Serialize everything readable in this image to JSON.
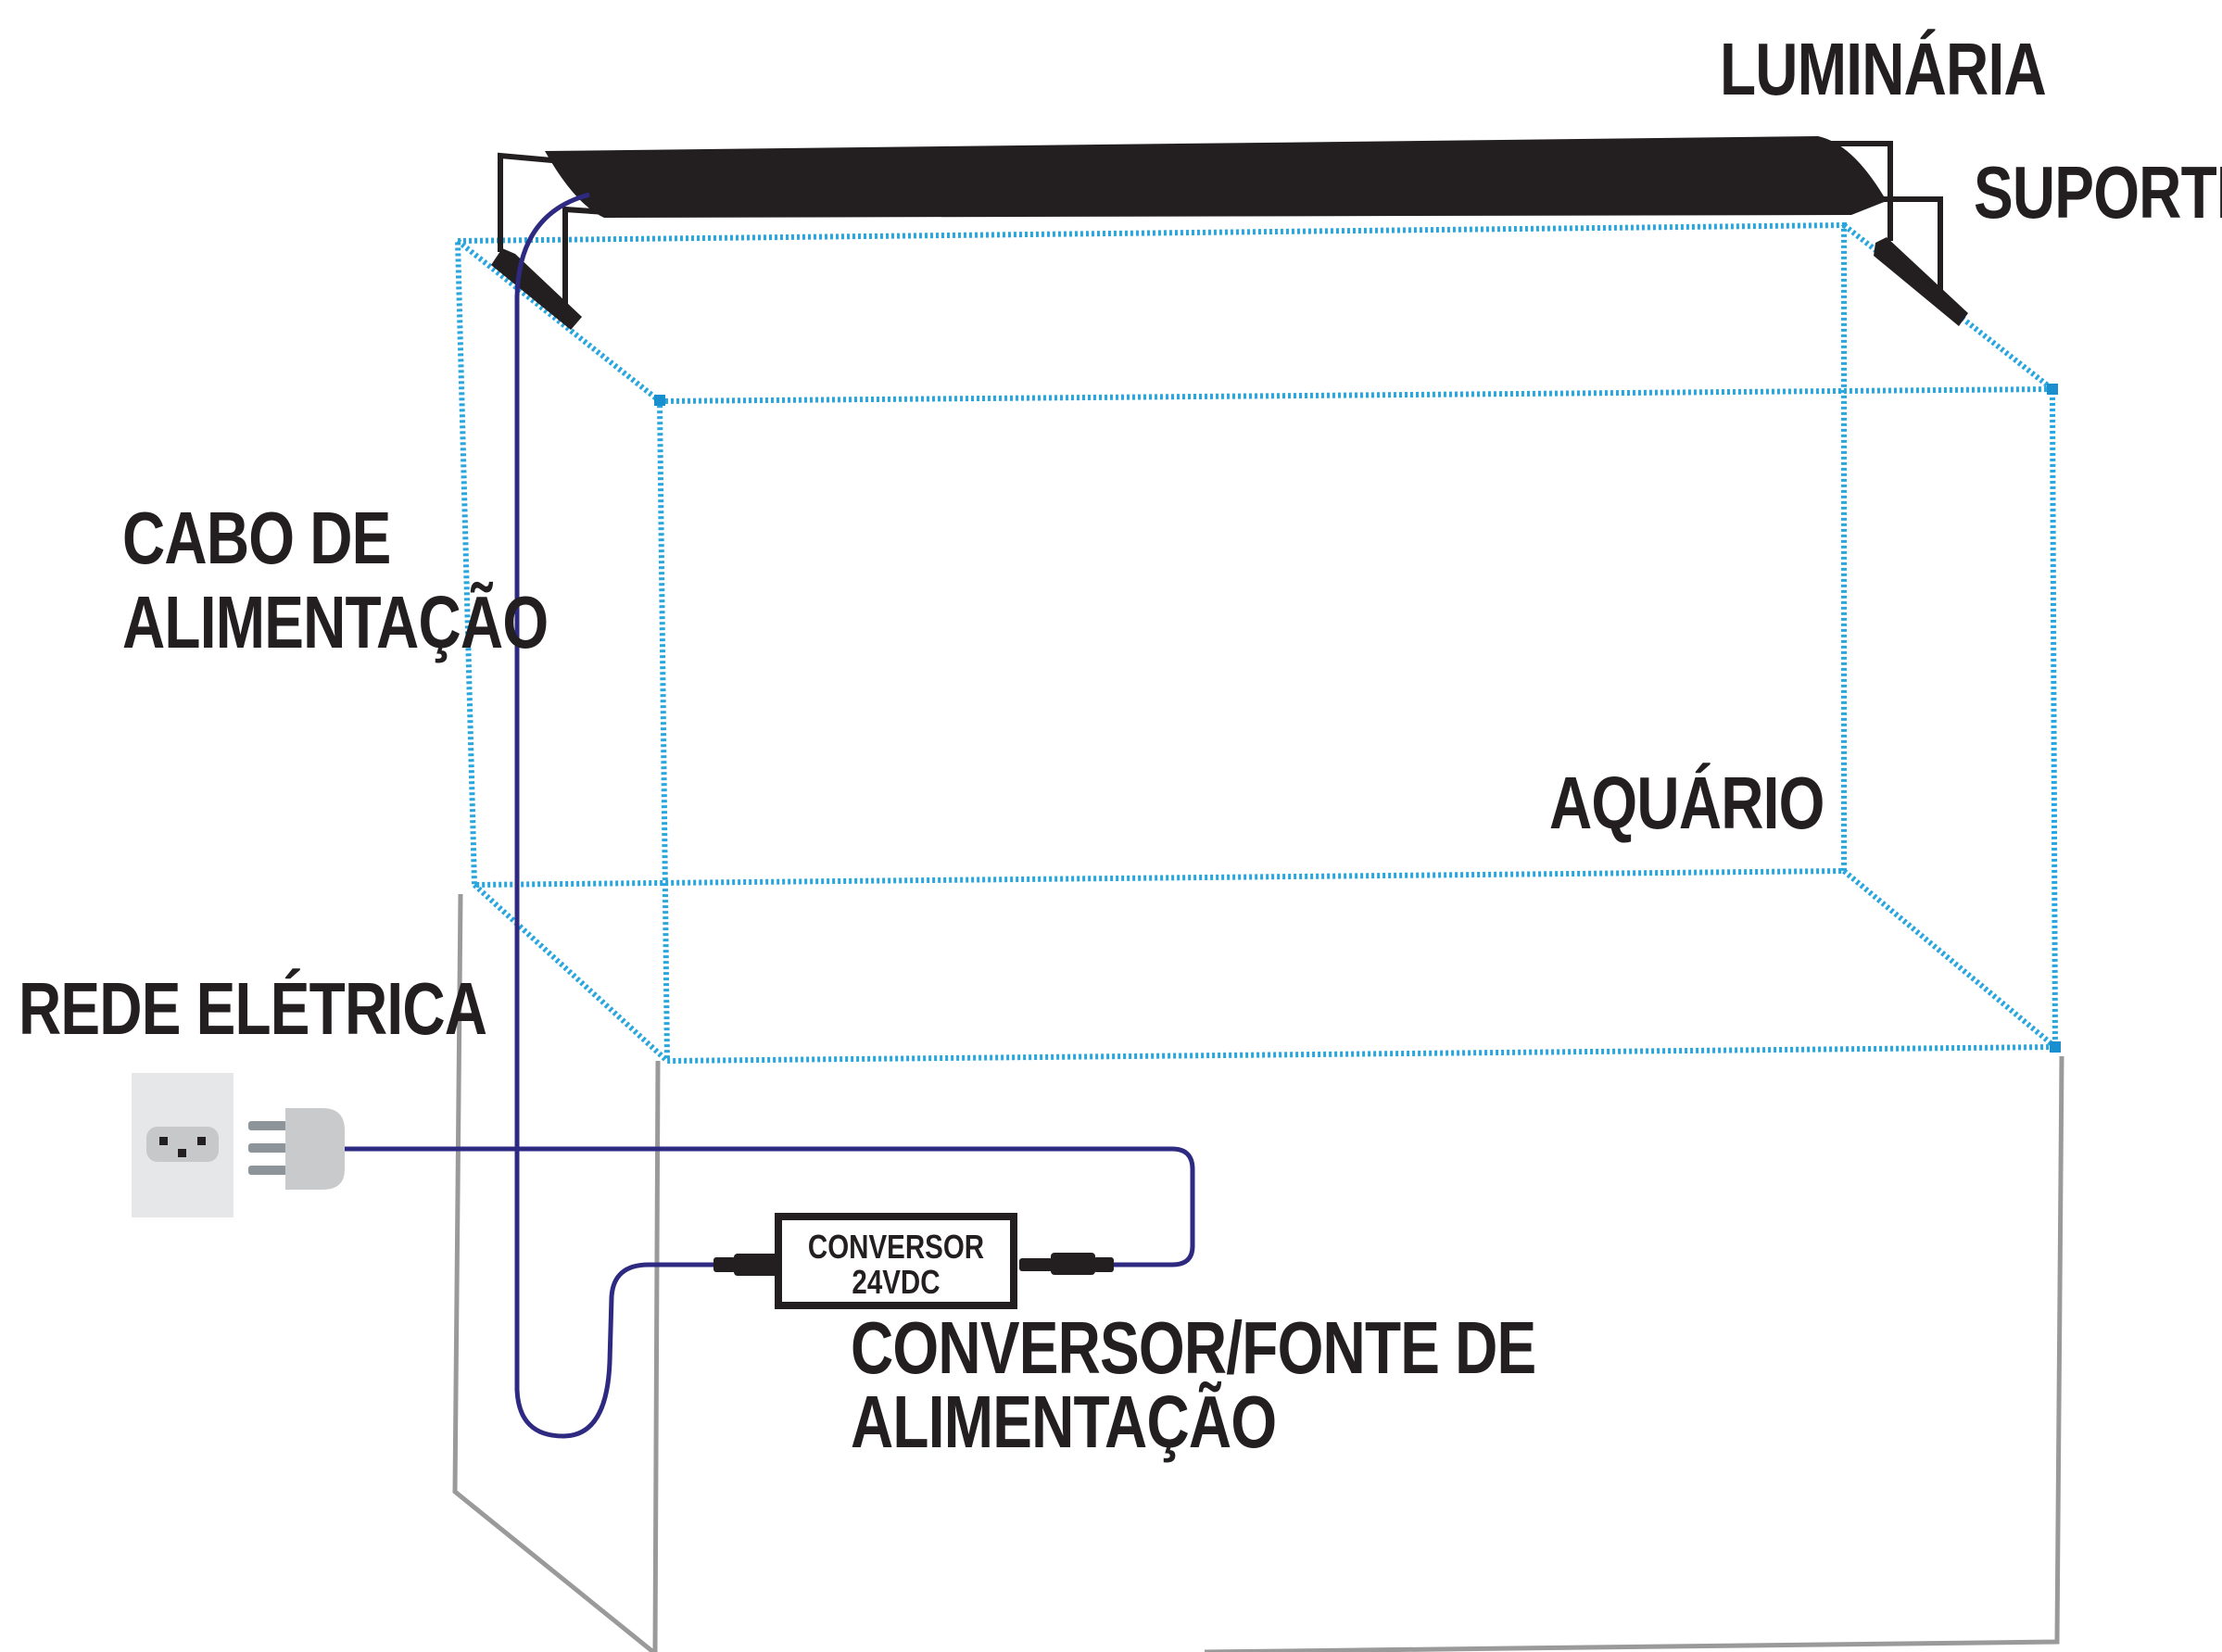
{
  "labels": {
    "luminaria": "LUMINÁRIA",
    "suporte": "SUPORTE",
    "cabo": "CABO DE\nALIMENTAÇÃO",
    "aquario": "AQUÁRIO",
    "rede": "REDE ELÉTRICA",
    "conversor_fonte": "CONVERSOR/FONTE DE ALIMENTAÇÃO"
  },
  "converter_box": {
    "line1": "CONVERSOR",
    "line2": "24VDC"
  },
  "colors": {
    "aquarium_edge": "#2aa6df",
    "cable": "#2e2a82",
    "stand": "#9a9a9a",
    "fixture": "#231f20",
    "outlet_plate": "#e6e7e8",
    "plug": "#c8cacc"
  },
  "icons": [
    "wall-outlet-icon",
    "power-plug-icon"
  ]
}
